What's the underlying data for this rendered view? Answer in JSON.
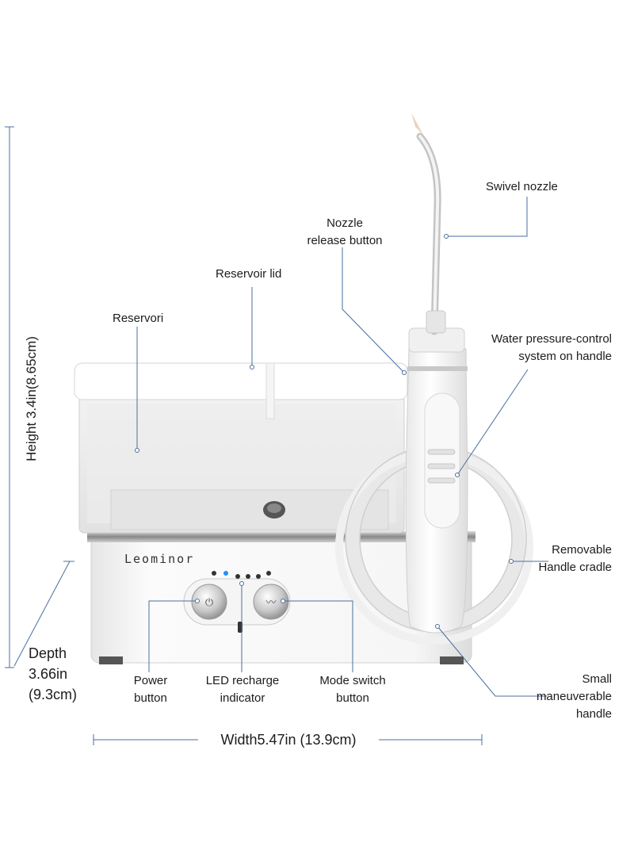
{
  "brand": "Leominor",
  "dimensions": {
    "height": "Height 3.4in(8.65cm)",
    "width": "Width5.47in (13.9cm)",
    "depth": [
      "Depth",
      "3.66in",
      "(9.3cm)"
    ]
  },
  "labels": {
    "swivel_nozzle": [
      "Swivel nozzle"
    ],
    "nozzle_release": [
      "Nozzle",
      "release button"
    ],
    "reservoir_lid": [
      "Reservoir lid"
    ],
    "reservoir": [
      "Reservori"
    ],
    "pressure_control": [
      "Water pressure-control",
      "system on handle"
    ],
    "handle_cradle": [
      "Removable",
      "Handle cradle"
    ],
    "power_button": [
      "Power",
      "button"
    ],
    "led_indicator": [
      "LED recharge",
      "indicator"
    ],
    "mode_switch": [
      "Mode switch",
      "button"
    ],
    "small_handle": [
      "Small",
      "maneuverable",
      "handle"
    ]
  },
  "colors": {
    "leader_line": "#4a6fa0",
    "body_white": "#f4f4f4",
    "led_blue": "#1e90ff",
    "chrome": "#b8b8b8"
  }
}
